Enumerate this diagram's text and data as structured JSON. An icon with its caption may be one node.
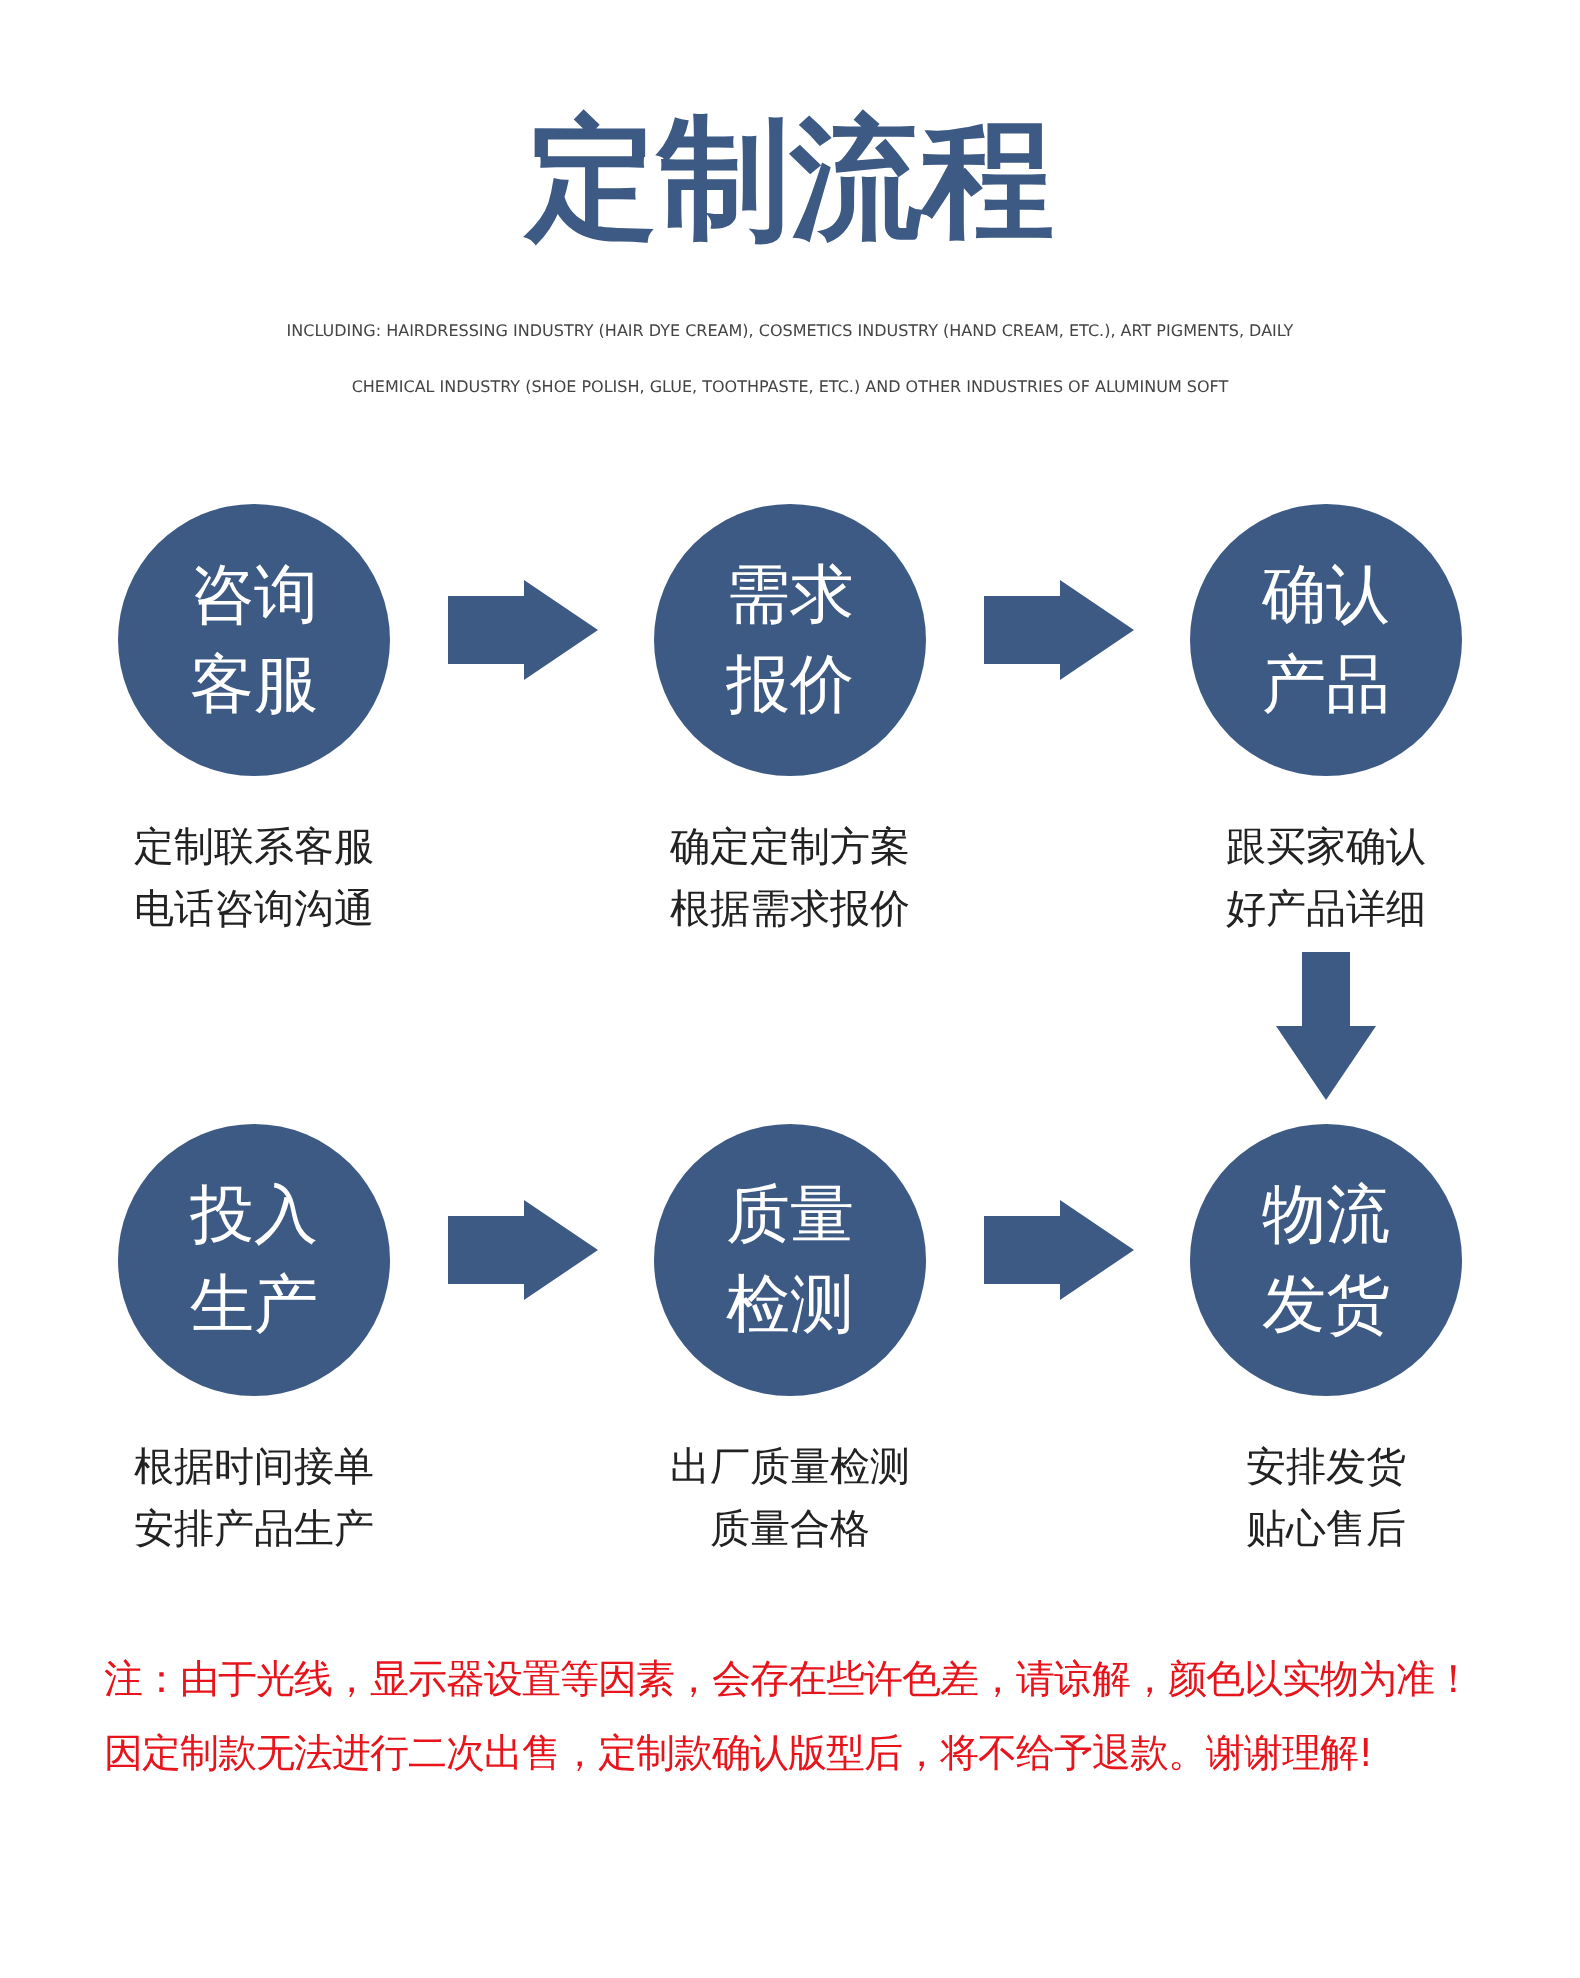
{
  "diagram": {
    "title": "定制流程",
    "nodes": [
      {
        "text": [
          "咨询客服"
        ],
        "beside": [
          "定制联系客服电话咨询沟通"
        ]
      },
      {
        "text": [
          "需求报价"
        ],
        "beside": [
          "确定定制方案根据需求报价"
        ]
      },
      {
        "text": [
          "确认产品"
        ],
        "beside": [
          "跟买家确认好产品详细"
        ]
      },
      {
        "text": [
          "投入生产"
        ],
        "beside": [
          "根据时间接单安排产品生产"
        ]
      },
      {
        "text": [
          "质量检测"
        ],
        "beside": [
          "出厂质量检测质量合格"
        ]
      },
      {
        "text": [
          "物流发货"
        ],
        "beside": [
          "安排发货贴心售后"
        ]
      }
    ],
    "edges": [
      {
        "from": 0,
        "to": 1,
        "arrow": "to"
      },
      {
        "from": 1,
        "to": 2,
        "arrow": "to"
      },
      {
        "from": 2,
        "to": 5,
        "arrow": "to"
      },
      {
        "from": 3,
        "to": 4,
        "arrow": "to"
      },
      {
        "from": 4,
        "to": 5,
        "arrow": "to"
      }
    ],
    "labels": [
      "INCLUDING: HAIRDRESSING INDUSTRY (HAIR DYE CREAM), COSMETICS INDUSTRY (HAND CREAM, ETC.), ART PIGMENTS, DAILY CHEMICAL INDUSTRY (SHOE POLISH, GLUE, TOOTHPASTE, ETC.) AND OTHER INDUSTRIES OF ALUMINUM SOFT",
      "注：由于光线，显示器设置等因素，会存在些许色差，请谅解，颜色以实物为准！因定制款无法进行二次出售，定制款确认版型后，将不给予退款。谢谢理解!"
    ]
  }
}
